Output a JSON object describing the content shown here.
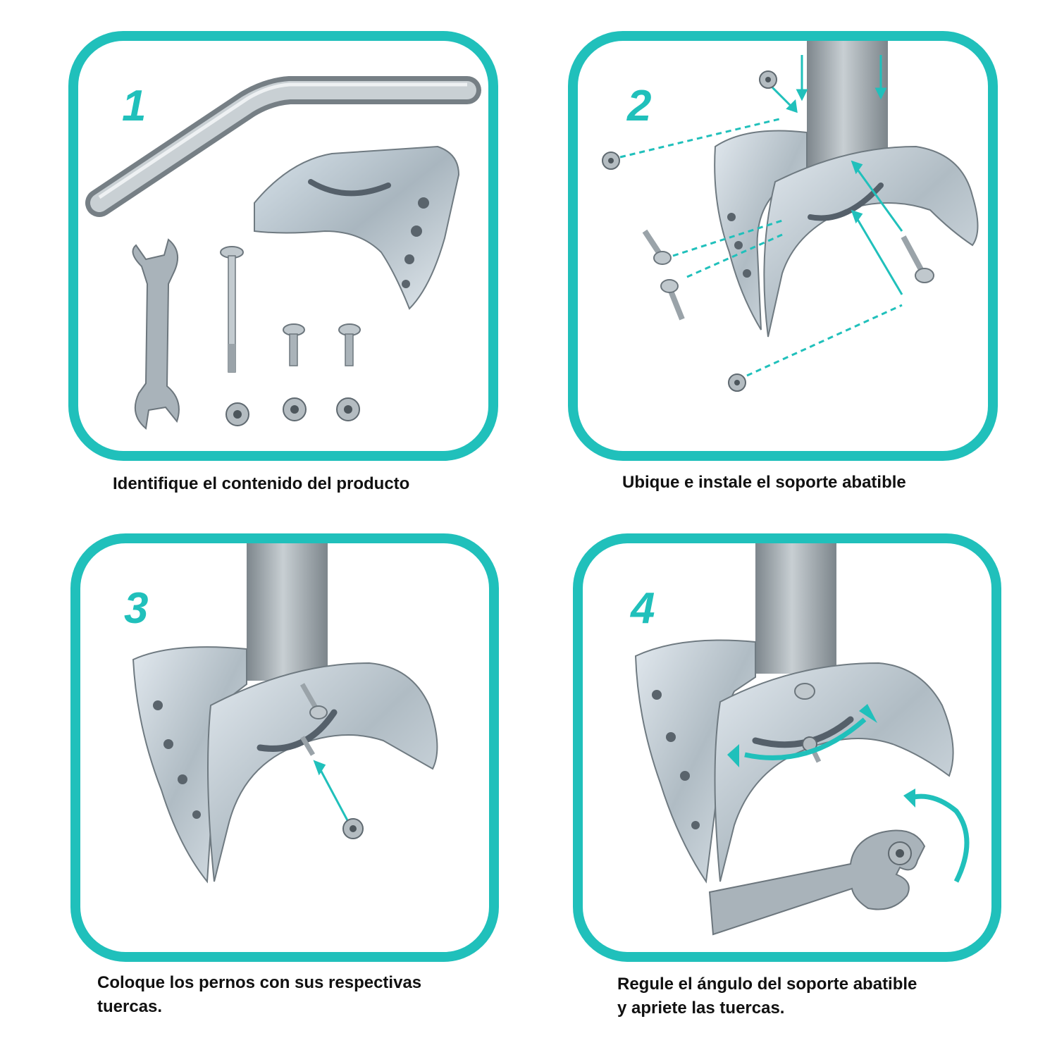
{
  "steps": [
    {
      "number": "1",
      "caption_lines": [
        "Identifique el contenido del producto"
      ]
    },
    {
      "number": "2",
      "caption_lines": [
        "Ubique e instale el soporte abatible"
      ]
    },
    {
      "number": "3",
      "caption_lines": [
        "Coloque los pernos con sus respectivas",
        "tuercas."
      ]
    },
    {
      "number": "4",
      "caption_lines": [
        "Regule el ángulo del soporte abatible",
        "y apriete las tuercas."
      ]
    }
  ],
  "colors": {
    "accent": "#20c0bb",
    "metal": "#b8c2c8",
    "metal_dark": "#7d878d",
    "text": "#111111"
  }
}
